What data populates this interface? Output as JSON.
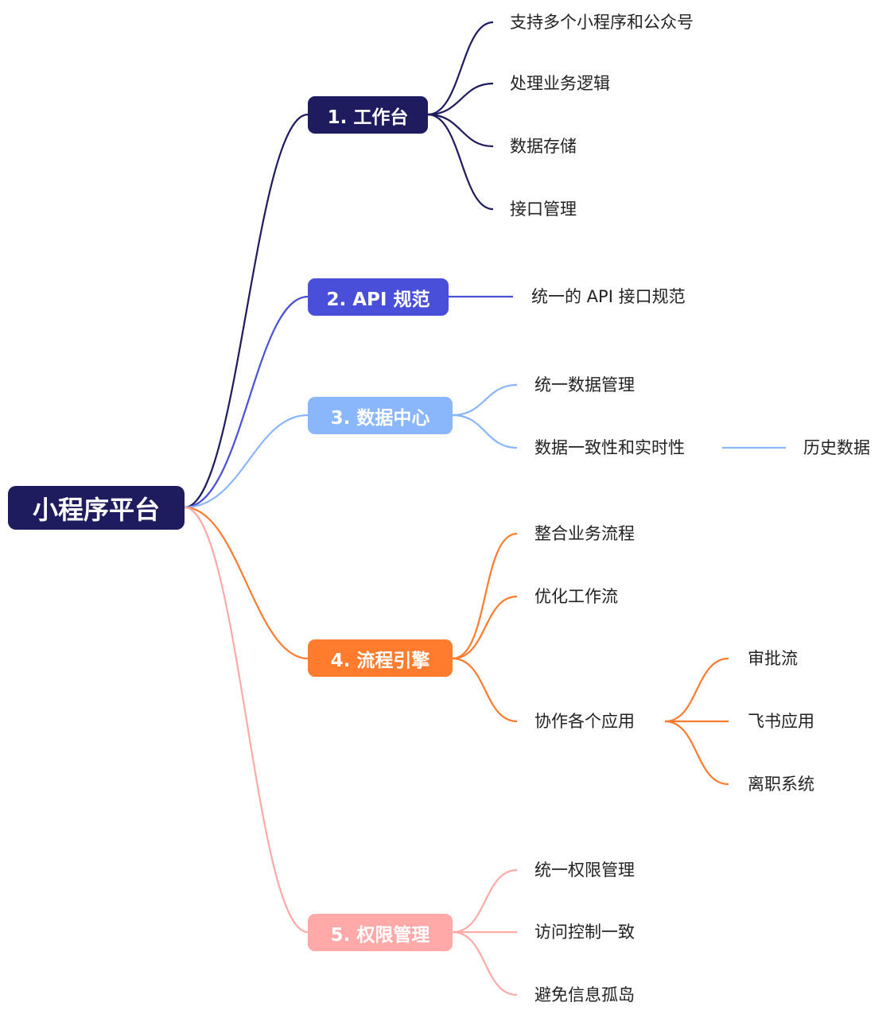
{
  "root": {
    "label": "小程序平台",
    "color": "#1e1b5e"
  },
  "branches": [
    {
      "label": "1. 工作台",
      "color": "#1e1b5e",
      "children": [
        "支持多个小程序和公众号",
        "处理业务逻辑",
        "数据存储",
        "接口管理"
      ]
    },
    {
      "label": "2. API 规范",
      "color": "#4a4fd9",
      "children": [
        "统一的 API 接口规范"
      ]
    },
    {
      "label": "3. 数据中心",
      "color": "#8ab6fb",
      "children": [
        "统一数据管理",
        "数据一致性和实时性"
      ],
      "grandchildren": [
        "历史数据"
      ]
    },
    {
      "label": "4. 流程引擎",
      "color": "#ff7b2e",
      "children": [
        "整合业务流程",
        "优化工作流",
        "协作各个应用"
      ],
      "grandchildren": [
        "审批流",
        "飞书应用",
        "离职系统"
      ]
    },
    {
      "label": "5. 权限管理",
      "color": "#ffa9a9",
      "children": [
        "统一权限管理",
        "访问控制一致",
        "避免信息孤岛"
      ]
    }
  ]
}
